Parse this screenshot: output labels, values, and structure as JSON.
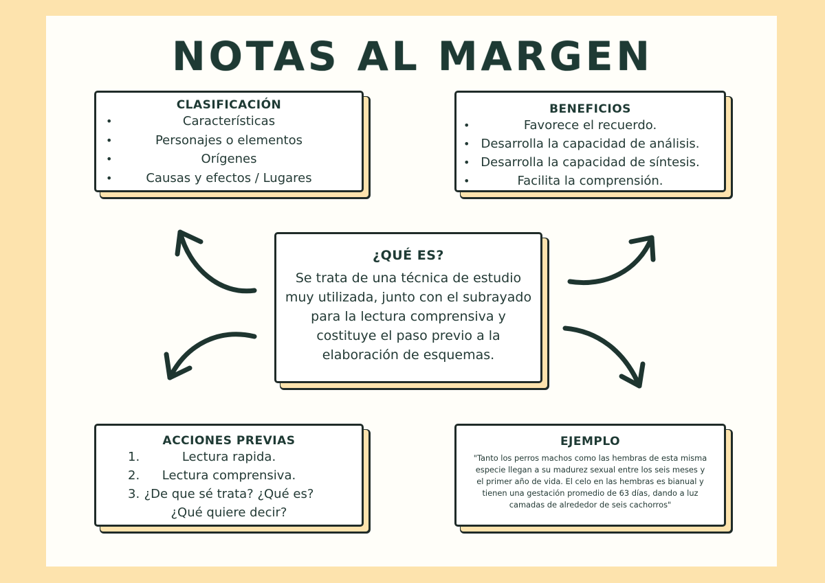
{
  "title": "NOTAS AL MARGEN",
  "clasificacion": {
    "heading": "CLASIFICACIÓN",
    "items": [
      "Características",
      "Personajes o elementos",
      "Orígenes",
      "Causas y efectos / Lugares"
    ]
  },
  "beneficios": {
    "heading": "BENEFICIOS",
    "items": [
      "Favorece el recuerdo.",
      "Desarrolla la capacidad de análisis.",
      "Desarrolla la capacidad de síntesis.",
      "Facilita la comprensión."
    ]
  },
  "que_es": {
    "heading": "¿QUÉ ES?",
    "lines": [
      "Se trata de una técnica de estudio",
      "muy utilizada, junto con el subrayado",
      "para la lectura comprensiva y",
      "costituye el paso previo a la",
      "elaboración de esquemas."
    ]
  },
  "acciones": {
    "heading": "ACCIONES PREVIAS",
    "items": [
      {
        "num": "1.",
        "text": "Lectura rapida."
      },
      {
        "num": "2.",
        "text": "Lectura comprensiva."
      },
      {
        "num": "3.",
        "text": "¿De que sé trata? ¿Qué es?"
      },
      {
        "num": "",
        "text": "¿Qué quiere decir?"
      }
    ]
  },
  "ejemplo": {
    "heading": "EJEMPLO",
    "lines": [
      "\"Tanto los perros machos como las hembras de esta misma",
      "especie llegan a su madurez sexual entre los seis meses y",
      "el primer año de vida. El celo en las hembras es bianual y",
      "tienen una gestación promedio de 63 días, dando a luz",
      "camadas de alrededor de seis cachorros\""
    ]
  },
  "colors": {
    "background": "#fde3ad",
    "sheet": "#fffef9",
    "ink": "#1e3a34"
  },
  "icons": [
    "curved-arrow-icon"
  ]
}
